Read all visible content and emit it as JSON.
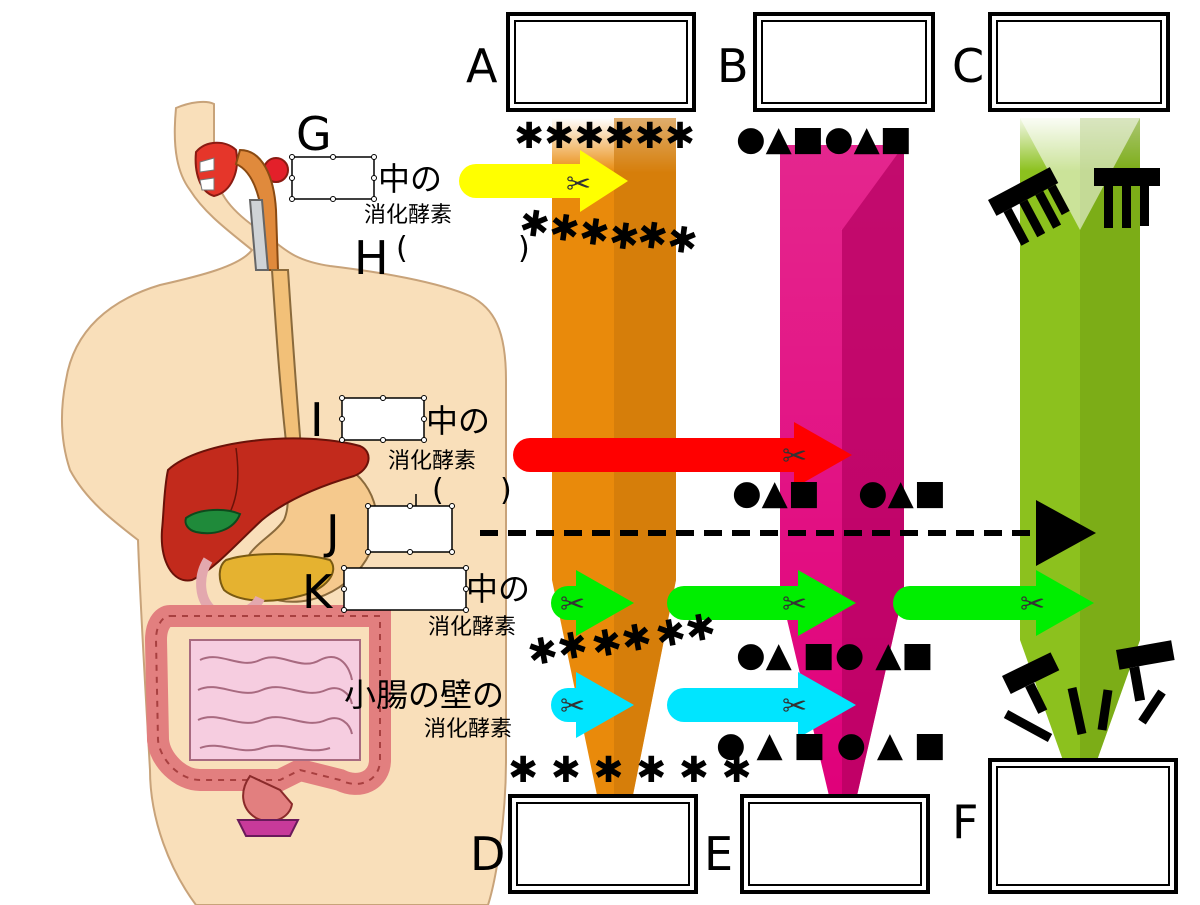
{
  "answer_boxes": {
    "A": "A",
    "B": "B",
    "C": "C",
    "D": "D",
    "E": "E",
    "F": "F"
  },
  "organ_labels": {
    "G": "G",
    "H": "H",
    "I": "I",
    "J": "J",
    "K": "K"
  },
  "text": {
    "naka_no": "中の",
    "shouka_kouso": "消化酵素",
    "paren_open": "(",
    "paren_close": ")",
    "shouchou_kabe": "小腸の壁の"
  },
  "molecules": {
    "starch_top": "✱✱✱✱✱✱",
    "maltose_mid_a": "✱✱✱✱",
    "maltose_mid_b": "✱✱",
    "small_pairs_a": "✱✱",
    "small_pairs_b": "✱✱",
    "small_pairs_c": "✱✱",
    "glucose_row": "✱ ✱ ✱ ✱ ✱ ✱",
    "protein_top": "●▲■●▲■",
    "peptide_a": "●▲■",
    "peptide_b": "●▲■",
    "peptide_small_row": "●▲ ■● ▲■",
    "amino_row": "● ▲ ■ ● ▲ ■"
  },
  "icons": {
    "scissors": "✂",
    "triangle": "▶"
  },
  "colors": {
    "orange_band": "#e98a0b",
    "orange_dark": "#c9760a",
    "magenta_band": "#e0007a",
    "magenta_dark": "#b4005f",
    "green_band": "#8cc11e",
    "green_dark": "#6f9d12",
    "arrow_yellow": "#ffff00",
    "arrow_red": "#ff0000",
    "arrow_green": "#00ee00",
    "arrow_cyan": "#00e5ff",
    "skin": "#f9dfba"
  }
}
